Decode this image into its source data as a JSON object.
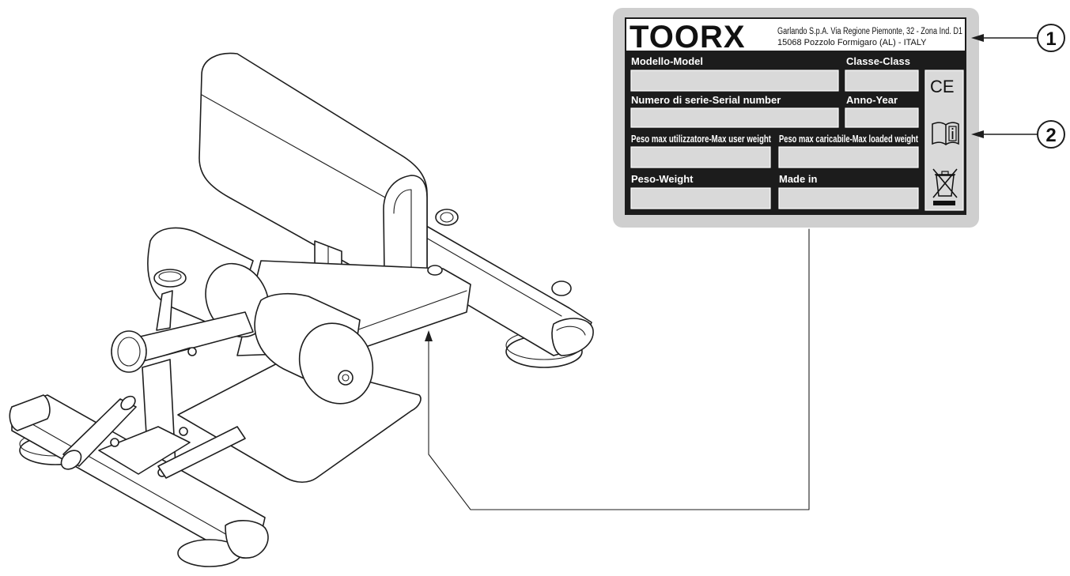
{
  "label": {
    "brand": "TOORX",
    "address_line_1": "Garlando S.p.A. Via Regione Piemonte, 32 - Zona Ind. D1",
    "address_line_2": "15068 Pozzolo Formigaro (AL) - ITALY",
    "fields": {
      "model": "Modello-Model",
      "class": "Classe-Class",
      "serial": "Numero di serie-Serial number",
      "year": "Anno-Year",
      "max_user_weight": "Peso max utilizzatore-Max user weight",
      "max_loaded_weight": "Peso max caricabile-Max loaded weight",
      "weight": "Peso-Weight",
      "made_in": "Made in"
    },
    "ce_mark": "CE",
    "icons": [
      "ce-mark-icon",
      "manual-info-icon",
      "weee-bin-icon"
    ]
  },
  "callouts": [
    {
      "number": "1"
    },
    {
      "number": "2"
    }
  ]
}
